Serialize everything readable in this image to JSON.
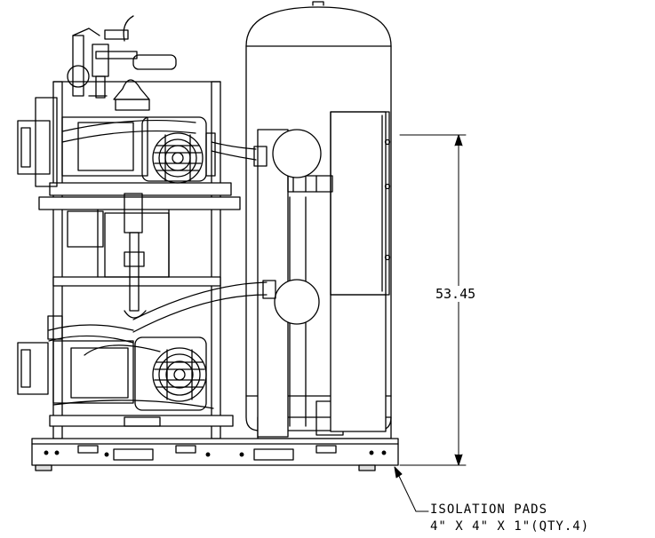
{
  "drawing": {
    "dimension_label": "53.45",
    "callout": {
      "line1": "ISOLATION PADS",
      "line2": "4\" X 4\" X 1\"(QTY.4)"
    }
  }
}
